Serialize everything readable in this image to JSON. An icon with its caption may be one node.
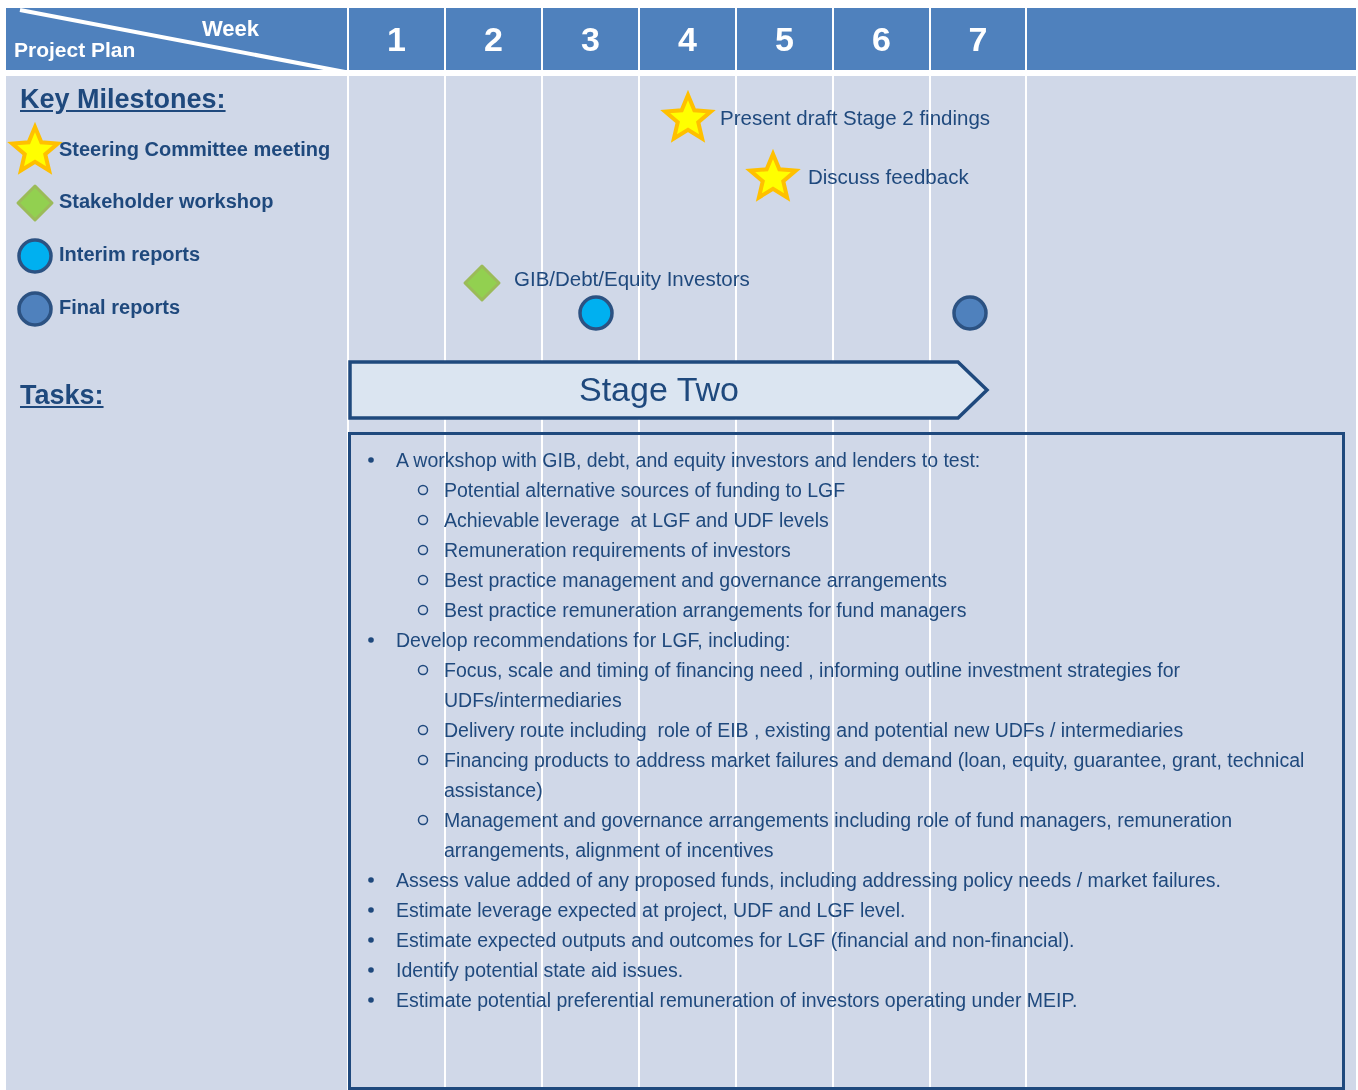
{
  "diagram": {
    "nodes": [
      {
        "text": [
          "Stage Two"
        ]
      },
      {
        "text": [
          "A workshop with GIB, debt, and equity investors and lenders to test:",
          "Potential alternative sources of funding to LGF",
          "Achievable leverage  at LGF and UDF levels",
          "Remuneration requirements of investors",
          "Best practice management and governance arrangements",
          "Best practice remuneration arrangements for fund managers",
          "Develop recommendations for LGF, including:",
          "Focus, scale and timing of financing need , informing outline investment strategies for UDFs/intermediaries",
          "Delivery route including  role of EIB , existing and potential new UDFs / intermediaries",
          "Financing products to address market failures and demand (loan, equity, guarantee, grant, technical assistance)",
          "Management and governance arrangements including role of fund managers, remuneration arrangements, alignment of incentives",
          "Assess value added of any proposed funds, including addressing policy needs / market failures.",
          "Estimate leverage expected at project, UDF and LGF level.",
          "Estimate expected outputs and outcomes for LGF (financial and non-financial).",
          "Identify potential state aid issues.",
          "Estimate potential preferential remuneration of investors operating under MEIP."
        ]
      }
    ],
    "labels": [
      "Week",
      "Project Plan",
      "1",
      "2",
      "3",
      "4",
      "5",
      "6",
      "7",
      "Key Milestones:",
      "Present draft Stage 2 findings",
      "Discuss feedback",
      "GIB/Debt/Equity Investors",
      "Tasks:"
    ],
    "legend": [
      {
        "text": "Steering Committee meeting"
      },
      {
        "text": "Stakeholder workshop"
      },
      {
        "text": "Interim reports"
      },
      {
        "text": "Final reports"
      }
    ]
  }
}
